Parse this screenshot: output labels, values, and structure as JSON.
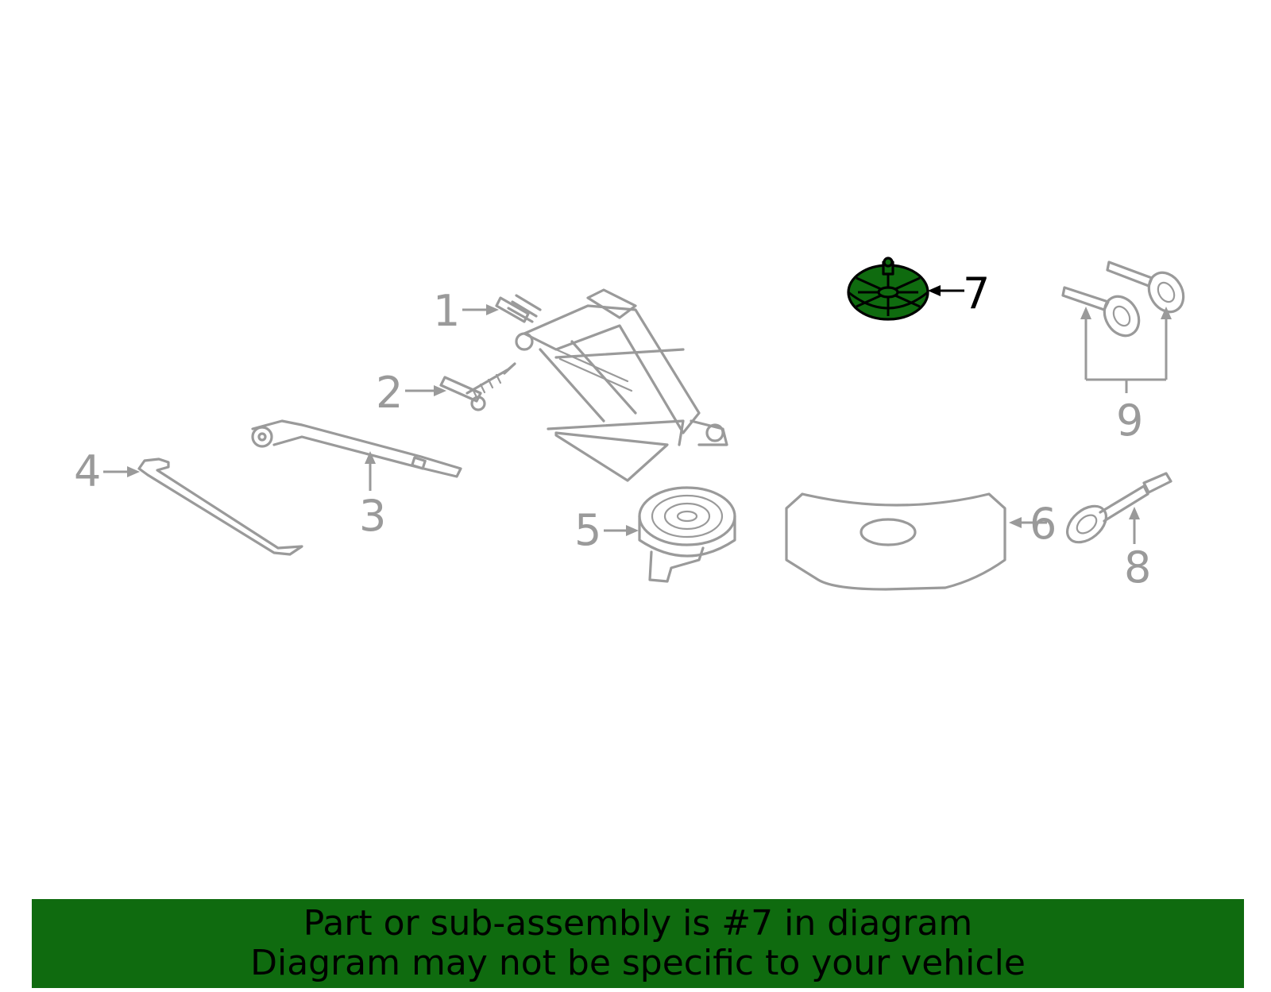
{
  "callouts": {
    "c1": "1",
    "c2": "2",
    "c3": "3",
    "c4": "4",
    "c5": "5",
    "c6": "6",
    "c7": "7",
    "c8": "8",
    "c9": "9"
  },
  "highlighted_part": "7",
  "colors": {
    "highlight": "#0f6b0f",
    "line": "#9a9a9a",
    "banner_bg": "#0f6b0f"
  },
  "banner": {
    "line1": "Part or sub-assembly is #7 in diagram",
    "line2": "Diagram may not be specific to your vehicle"
  }
}
